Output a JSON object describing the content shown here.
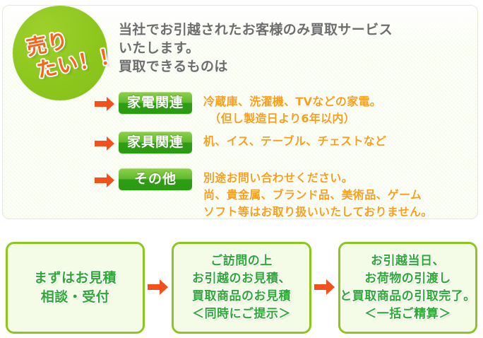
{
  "badge": {
    "line1": "売り",
    "line2": "たい！！",
    "color": "#8dc71e",
    "text_color": "#f4661b"
  },
  "header": {
    "headline": "当社でお引越されたお客様のみ買取サービス\nいたします。\n買取できるものは",
    "text_color": "#6d6d6d"
  },
  "panel": {
    "background_color": "#f5fbe6",
    "border_color": "#e3ead2"
  },
  "categories": [
    {
      "arrow_icon": "arrow-right-icon",
      "tag": "家電関連",
      "description": "冷蔵庫、洗濯機、TVなどの家電。\n　（但し製造日より6年以内）"
    },
    {
      "arrow_icon": "arrow-right-icon",
      "tag": "家具関連",
      "description": "机、イス、テーブル、チェストなど"
    },
    {
      "arrow_icon": "arrow-right-icon",
      "tag": "その他",
      "description": "別途お問い合わせください。\n尚、貴金属、ブランド品、美術品、ゲーム\nソフト等はお取り扱いいたしておりません。"
    }
  ],
  "category_style": {
    "tag_color": "#2f9d15",
    "description_color": "#f9a01b",
    "arrow_color": "#f4501b"
  },
  "flow": {
    "arrow_icon": "arrow-right-icon",
    "arrow_color": "#f4501b",
    "text_color": "#2fa836",
    "border_color": "#8dc71e",
    "steps": [
      {
        "text": "まずはお見積\n相談・受付"
      },
      {
        "text": "ご訪問の上\nお引越のお見積、\n買取商品のお見積\n＜同時にご提示＞"
      },
      {
        "text": "お引越当日、\nお荷物の引渡し\nと買取商品の引取完了。\n＜一括ご精算＞"
      }
    ]
  }
}
